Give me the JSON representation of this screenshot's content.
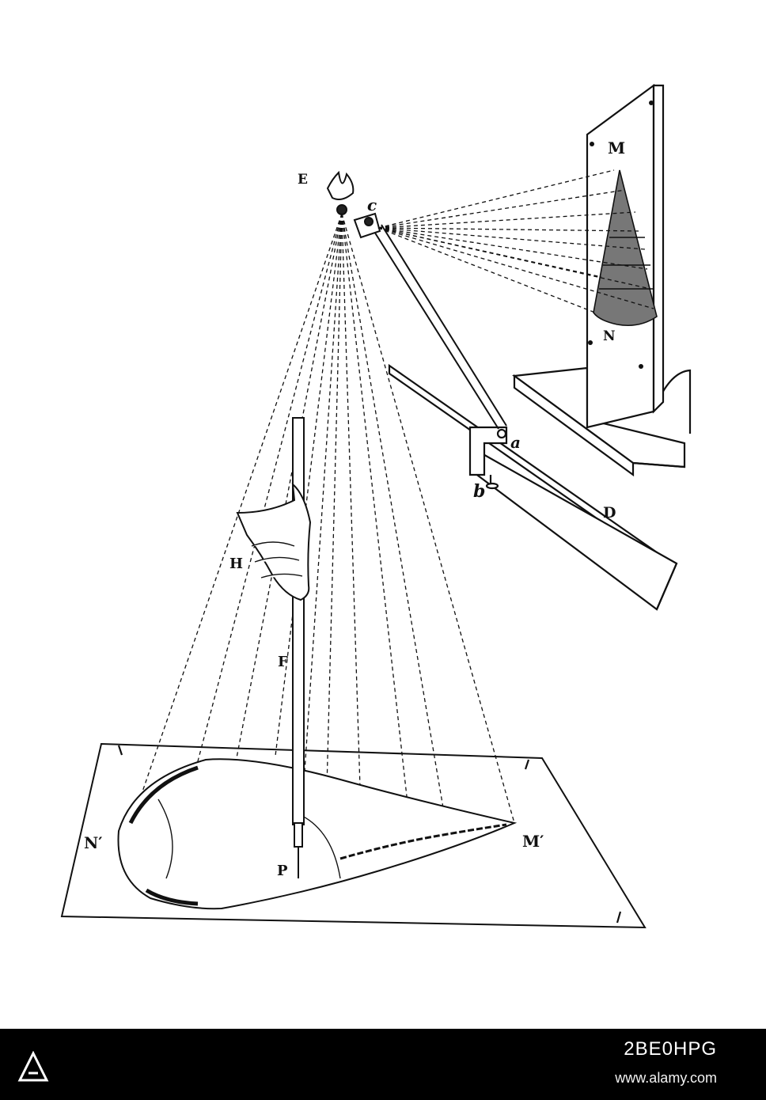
{
  "labels": {
    "E": "E",
    "c": "c",
    "M": "M",
    "N": "N",
    "a": "a",
    "b": "b",
    "D": "D",
    "H": "H",
    "F": "F",
    "N_prime": "N′",
    "M_prime": "M′",
    "P": "P"
  },
  "footer": {
    "logo_icon": "alamy-logo-icon",
    "image_code": "2BE0HPG",
    "site": "www.alamy.com"
  }
}
